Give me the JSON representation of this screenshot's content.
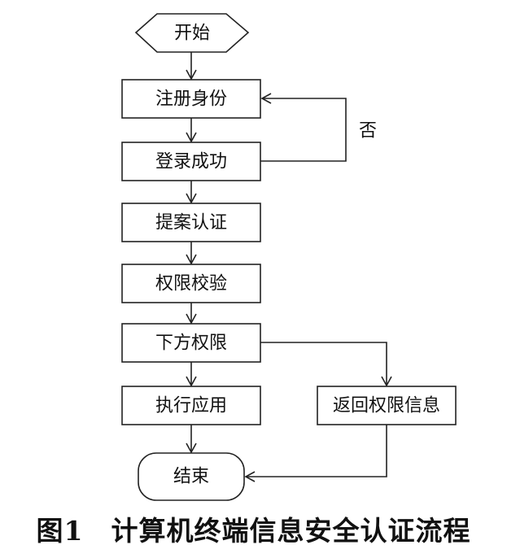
{
  "nodes": {
    "start": "开始",
    "register": "注册身份",
    "login_success": "登录成功",
    "proposal_auth": "提案认证",
    "permission_check": "权限校验",
    "issue_permission": "下方权限",
    "execute_app": "执行应用",
    "return_info": "返回权限信息",
    "end": "结束"
  },
  "edges": {
    "no_label": "否"
  },
  "caption": {
    "figure_number": "图1",
    "title": "计算机终端信息安全认证流程"
  }
}
